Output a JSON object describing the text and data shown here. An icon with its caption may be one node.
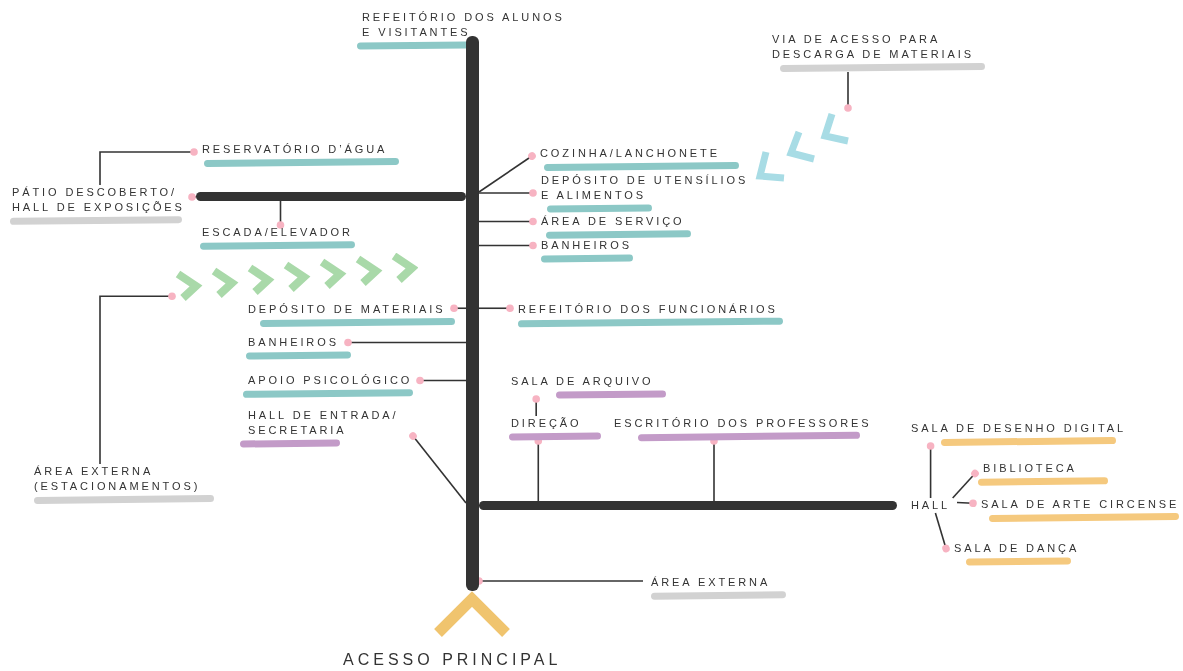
{
  "diagram": {
    "nodes": [
      {
        "text": [
          "REFEITÓRIO DOS ALUNOS E VISITANTES"
        ]
      },
      {
        "text": [
          "VIA DE ACESSO PARA DESCARGA DE MATERIAIS"
        ]
      },
      {
        "text": [
          "RESERVATÓRIO D’ÁGUA"
        ]
      },
      {
        "text": [
          "PÁTIO DESCOBERTO/ HALL DE EXPOSIÇÕES"
        ]
      },
      {
        "text": [
          "COZINHA/LANCHONETE"
        ]
      },
      {
        "text": [
          "DEPÓSITO DE UTENSÍLIOS E ALIMENTOS"
        ]
      },
      {
        "text": [
          "ÁREA DE SERVIÇO"
        ]
      },
      {
        "text": [
          "ESCADA/ELEVADOR"
        ]
      },
      {
        "text": [
          "BANHEIROS"
        ]
      },
      {
        "text": [
          "DEPÓSITO DE MATERIAIS"
        ]
      },
      {
        "text": [
          "REFEITÓRIO DOS FUNCIONÁRIOS"
        ]
      },
      {
        "text": [
          "BANHEIROS"
        ]
      },
      {
        "text": [
          "APOIO PSICOLÓGICO"
        ]
      },
      {
        "text": [
          "SALA DE ARQUIVO"
        ]
      },
      {
        "text": [
          "HALL DE ENTRADA/ SECRETARIA"
        ]
      },
      {
        "text": [
          "DIREÇÃO"
        ]
      },
      {
        "text": [
          "ESCRITÓRIO DOS PROFESSORES"
        ]
      },
      {
        "text": [
          "SALA DE DESENHO DIGITAL"
        ]
      },
      {
        "text": [
          "BIBLIOTECA"
        ]
      },
      {
        "text": [
          "ÁREA EXTERNA (ESTACIONAMENTOS)"
        ]
      },
      {
        "text": [
          "HALL"
        ]
      },
      {
        "text": [
          "SALA DE ARTE CIRCENSE"
        ]
      },
      {
        "text": [
          "SALA DE DANÇA"
        ]
      },
      {
        "text": [
          "ÁREA EXTERNA"
        ]
      },
      {
        "text": [],
        "shape": "bar"
      },
      {
        "text": [],
        "shape": "bar"
      },
      {
        "text": [],
        "shape": "bar"
      },
      {
        "text": [],
        "shape": "chevron"
      },
      {
        "text": [],
        "shape": "chevron"
      }
    ],
    "edges": [
      {
        "from": 27,
        "to": 1,
        "arrow": "other"
      },
      {
        "from": 2,
        "to": 3,
        "arrow": "other"
      },
      {
        "from": 3,
        "to": 25,
        "arrow": "other"
      },
      {
        "from": 7,
        "to": 25,
        "arrow": "other"
      },
      {
        "from": 4,
        "to": 24,
        "arrow": "other"
      },
      {
        "from": 5,
        "to": 24,
        "arrow": "other"
      },
      {
        "from": 6,
        "to": 24,
        "arrow": "other"
      },
      {
        "from": 8,
        "to": 24,
        "arrow": "other"
      },
      {
        "from": 9,
        "to": 24,
        "arrow": "other"
      },
      {
        "from": 10,
        "to": 24,
        "arrow": "other"
      },
      {
        "from": 11,
        "to": 24,
        "arrow": "other"
      },
      {
        "from": 12,
        "to": 24,
        "arrow": "other"
      },
      {
        "from": 14,
        "to": 24,
        "arrow": "other"
      },
      {
        "from": 13,
        "to": 15,
        "arrow": "other"
      },
      {
        "from": 15,
        "to": 26,
        "arrow": "other"
      },
      {
        "from": 16,
        "to": 26,
        "arrow": "other"
      },
      {
        "from": 17,
        "to": 20,
        "arrow": "other"
      },
      {
        "from": 18,
        "to": 20,
        "arrow": "other"
      },
      {
        "from": 21,
        "to": 20,
        "arrow": "other"
      },
      {
        "from": 22,
        "to": 20,
        "arrow": "other"
      },
      {
        "from": 28,
        "to": 19,
        "arrow": "other"
      },
      {
        "from": 24,
        "to": 23,
        "arrow": "other"
      }
    ],
    "labels": [
      "ACESSO PRINCIPAL"
    ]
  }
}
